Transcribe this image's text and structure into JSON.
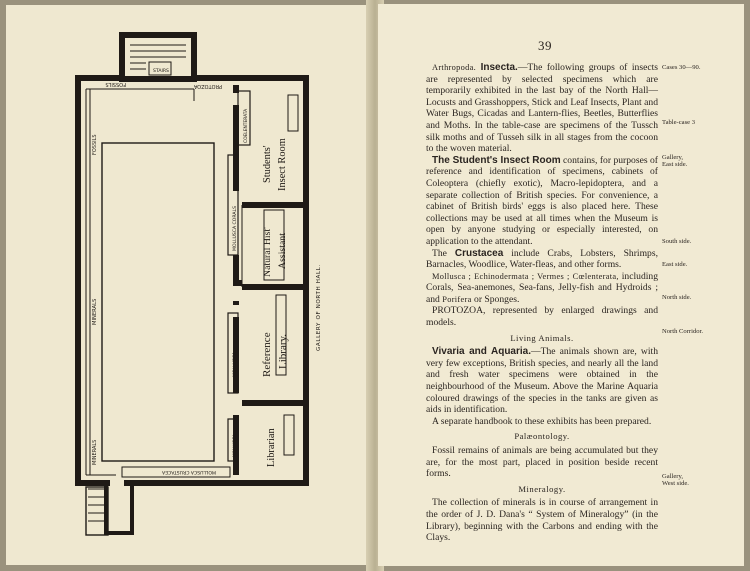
{
  "left": {
    "plan": {
      "stairs_label": "STAIRS",
      "fossils_top": "FOSSILS",
      "protozoa_top": "PROTOZOA",
      "fossils_side": "FOSSILS",
      "minerals_side": "MINERALS",
      "minerals_bottom": "MINERALS",
      "coelenterata": "COELENTERATA",
      "mollusca_corals": "MOLLUSCA  CORALS",
      "mollusca": "MOLLUSCA",
      "mollusca_small": "MOLLUSCA",
      "mollusca_crustacea": "MOLLUSCA  CRUSTACEA",
      "students_room": "Students'",
      "insect_room": "Insect Room",
      "natural_hist": "Natural Hist'",
      "assistant": "Assistant",
      "reference": "Reference",
      "library": "Library.",
      "librarian": "Librarian",
      "gallery": "GALLERY  OF  NORTH  HALL."
    }
  },
  "right": {
    "page_number": "39",
    "arthropoda": "Arthropoda.",
    "insecta": "Insecta.",
    "p1_rest": "—The following groups of insects are represented by selected specimens which are temporarily exhibited in the last bay of the North Hall—Locusts and Grasshoppers, Stick and Leaf Insects, Plant and Water Bugs, Cicadas and Lantern-flies, Beetles, Butterflies and Moths.  In the table-case are specimens of the Tussch silk moths and of Tusseh silk in all stages from the cocoon to the woven material.",
    "students_room_head": "The Student's Insect Room",
    "p2_rest": " contains, for purposes of reference and identification of specimens, cabinets of Coleoptera (chiefly exotic), Macro-lepidoptera, and a separate collection of British species.  For convenience, a cabinet of British birds' eggs is also placed here. These collections may be used at all times when the Museum is open by anyone studying or especially interested, on application to the attendant.",
    "p3_a": "The ",
    "crustacea": "Crustacea",
    "p3_rest": " include Crabs, Lobsters, Shrimps, Barnacles, Woodlice, Water-fleas, and other forms.",
    "p4_mollusca": "Mollusca ; Echinodermata ; Vermes ; Cœlenterata,",
    "p4_rest": " including Corals, Sea-anemones, Sea-fans, Jelly-fish and Hydroids ; and ",
    "porifera": "Porifera",
    "p4_end": " or Sponges.",
    "p5": "PROTOZOA, represented by enlarged drawings and models.",
    "living_animals": "Living Animals.",
    "vivaria_head": "Vivaria and Aquaria.",
    "p6_rest": "—The animals shown are, with very few exceptions, British species, and nearly all the land and fresh water specimens were obtained in the neighbourhood of the Museum.  Above the Marine Aquaria coloured drawings of the species in the tanks are given as aids in identification.",
    "p7": "A separate handbook to these exhibits has been prepared.",
    "palaeontology": "Palæontology.",
    "p8": "Fossil remains of animals are being accumulated but they are, for the most part, placed in position beside recent forms.",
    "mineralogy": "Mineralogy.",
    "p9": "The collection of minerals is in course of arrangement in the order of J. D. Dana's “ System of Mineralogy” (in the Library), beginning with the Carbons and ending with the Clays.",
    "margin": {
      "cases": "Cases 30—90.",
      "table_case": "Table-case  3",
      "gallery": "Gallery,",
      "east_side": "East side.",
      "south_side": "South side.",
      "east_side2": "East side.",
      "north_side": "North side.",
      "north_corridor": "North Corridor.",
      "gallery2": "Gallery,",
      "west_side": "West side."
    }
  }
}
